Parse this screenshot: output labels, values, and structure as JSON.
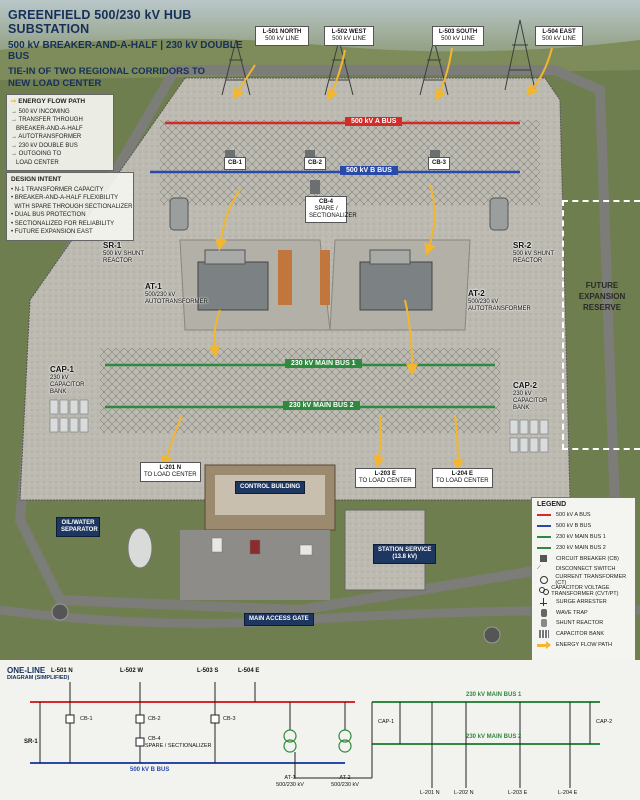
{
  "title": {
    "main": "GREENFIELD 500/230 kV HUB SUBSTATION",
    "sub": "500 kV BREAKER-AND-A-HALF  |  230 kV DOUBLE BUS",
    "desc": "TIE-IN OF TWO REGIONAL CORRIDORS TO NEW LOAD CENTER"
  },
  "energy_flow": {
    "heading": "ENERGY FLOW PATH",
    "items": [
      "→ 500 kV INCOMING",
      "→ TRANSFER THROUGH",
      "   BREAKER-AND-A-HALF",
      "→ AUTOTRANSFORMER",
      "→ 230 kV DOUBLE BUS",
      "→ OUTGOING TO",
      "   LOAD CENTER"
    ]
  },
  "design_intent": {
    "heading": "DESIGN INTENT",
    "items": [
      "• N-1 TRANSFORMER CAPACITY",
      "• BREAKER-AND-A-HALF FLEXIBILITY",
      "  WITH SPARE THROUGH SECTIONALIZER",
      "• DUAL BUS PROTECTION",
      "• SECTIONALIZED FOR RELIABILITY",
      "• FUTURE EXPANSION EAST"
    ]
  },
  "lines_in": [
    {
      "name": "L-501 NORTH",
      "rating": "500 kV LINE"
    },
    {
      "name": "L-502 WEST",
      "rating": "500 kV LINE"
    },
    {
      "name": "L-503 SOUTH",
      "rating": "500 kV LINE"
    },
    {
      "name": "L-504 EAST",
      "rating": "500 kV LINE"
    }
  ],
  "buses": {
    "a": "500 kV A BUS",
    "b": "500 kV B BUS",
    "m1": "230 kV MAIN BUS 1",
    "m2": "230 kV MAIN BUS 2"
  },
  "breakers": {
    "cb1": "CB-1",
    "cb2": "CB-2",
    "cb3": "CB-3",
    "cb4": "CB-4",
    "cb4_note": "SPARE / SECTIONALIZER"
  },
  "reactors": [
    {
      "name": "SR-1",
      "desc": "500 kV SHUNT REACTOR"
    },
    {
      "name": "SR-2",
      "desc": "500 kV SHUNT REACTOR"
    }
  ],
  "transformers": [
    {
      "name": "AT-1",
      "ratio": "500/230 kV",
      "desc": "AUTOTRANSFORMER"
    },
    {
      "name": "AT-2",
      "ratio": "500/230 kV",
      "desc": "AUTOTRANSFORMER"
    }
  ],
  "capacitors": [
    {
      "name": "CAP-1",
      "desc": "230 kV CAPACITOR BANK"
    },
    {
      "name": "CAP-2",
      "desc": "230 kV CAPACITOR BANK"
    }
  ],
  "lines_out": [
    {
      "name": "L-201 N",
      "dest": "TO LOAD CENTER"
    },
    {
      "name": "L-203 E",
      "dest": "TO LOAD CENTER"
    },
    {
      "name": "L-204 E",
      "dest": "TO LOAD CENTER"
    }
  ],
  "future": "FUTURE EXPANSION RESERVE",
  "facilities": {
    "control": "CONTROL BUILDING",
    "oil": "OIL/WATER SEPARATOR",
    "station": "STATION SERVICE",
    "station_rating": "(13.8 kV)",
    "gate": "MAIN ACCESS GATE"
  },
  "legend": {
    "heading": "LEGEND",
    "items": [
      {
        "label": "500 kV A BUS",
        "kind": "line",
        "color": "#d42a2a"
      },
      {
        "label": "500 kV B BUS",
        "kind": "line",
        "color": "#2a4aa8"
      },
      {
        "label": "230 kV MAIN BUS 1",
        "kind": "line",
        "color": "#2e8a3e"
      },
      {
        "label": "230 kV MAIN BUS 2",
        "kind": "line",
        "color": "#2e8a3e"
      },
      {
        "label": "CIRCUIT BREAKER (CB)",
        "kind": "square",
        "color": "#555555"
      },
      {
        "label": "DISCONNECT SWITCH",
        "kind": "switch",
        "color": "#333333"
      },
      {
        "label": "CURRENT TRANSFORMER (CT)",
        "kind": "circle",
        "color": "#333333"
      },
      {
        "label": "CAPACITOR VOLTAGE TRANSFORMER (CVT/PT)",
        "kind": "cvt",
        "color": "#333333"
      },
      {
        "label": "SURGE ARRESTER",
        "kind": "arrester",
        "color": "#333333"
      },
      {
        "label": "WAVE TRAP",
        "kind": "cyl",
        "color": "#666666"
      },
      {
        "label": "SHUNT REACTOR",
        "kind": "cyl",
        "color": "#888888"
      },
      {
        "label": "CAPACITOR BANK",
        "kind": "grid",
        "color": "#777777"
      },
      {
        "label": "ENERGY FLOW PATH",
        "kind": "arrow",
        "color": "#f2b630"
      }
    ]
  },
  "oneline": {
    "title": "ONE-LINE",
    "subtitle": "DIAGRAM (SIMPLIFIED)",
    "lines_in": [
      "L-501 N",
      "L-502 W",
      "L-503 S",
      "L-504 E"
    ],
    "cb": [
      "CB-1",
      "CB-2",
      "CB-3",
      "CB-4"
    ],
    "cb4_note": "SPARE / SECTIONALIZER",
    "sr": "SR-1",
    "bus_b": "500 kV B BUS",
    "at": [
      {
        "name": "AT-1",
        "ratio": "500/230 kV"
      },
      {
        "name": "AT-2",
        "ratio": "500/230 kV"
      }
    ],
    "m1": "230 kV MAIN BUS 1",
    "m2": "230 kV MAIN BUS 2",
    "cap": [
      "CAP-1",
      "CAP-2"
    ],
    "lines_out": [
      "L-201 N",
      "L-202 N",
      "L-203 E",
      "L-204 E"
    ]
  },
  "colors": {
    "bus_a": "#d42a2a",
    "bus_b": "#2a4aa8",
    "bus_230": "#2e8a3e",
    "flow": "#f2b630",
    "navy": "#16305a"
  }
}
